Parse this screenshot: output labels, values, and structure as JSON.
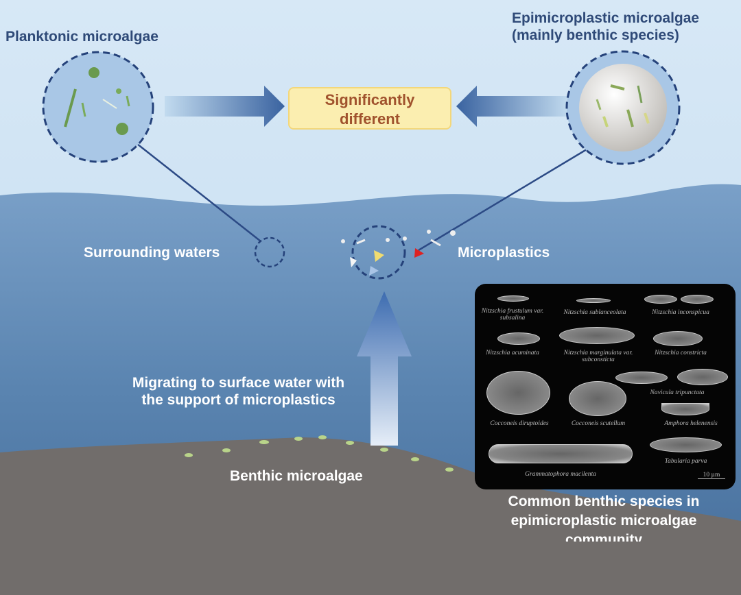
{
  "labels": {
    "planktonic": "Planktonic microalgae",
    "epimicroplastic_line1": "Epimicroplastic microalgae",
    "epimicroplastic_line2": "(mainly benthic species)",
    "comparison_line1": "Significantly",
    "comparison_line2": "different",
    "surrounding": "Surrounding waters",
    "microplastics": "Microplastics",
    "migrating_line1": "Migrating to surface water with",
    "migrating_line2": "the support of microplastics",
    "benthic": "Benthic microalgae",
    "caption_line1": "Common benthic species in",
    "caption_line2": "epimicroplastic microalgae",
    "caption_line3": "community"
  },
  "species": [
    "Nitzschia frustulum var. subsalina",
    "Nitzschia sublanceolata",
    "Nitzschia inconspicua",
    "Nitzschia acuminata",
    "Nitzschia marginulata var. subconsticta",
    "Nitzschia constricta",
    "Cocconeis diruptoides",
    "Cocconeis scutellum",
    "Navicula tripunctata",
    "Amphora helenensis",
    "Grammatophora macilenta",
    "Tabularia parva"
  ],
  "scale_bar": "10 µm",
  "colors": {
    "sky": "#cfe3f3",
    "water": "#5b86b3",
    "seabed": "#6f6b69",
    "arrow": "#3d5f99",
    "highlight_box": "#fbeeb0"
  }
}
